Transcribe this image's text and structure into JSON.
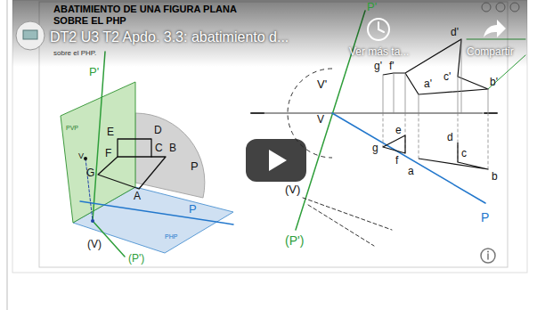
{
  "diagram": {
    "title": "ABATIMIENTO DE UNA FIGURA PLANA SOBRE EL PHP",
    "labels": [
      "DT2 U3 T2 Apdo. 3.3: abatimiento d...",
      "Ver más ta...",
      "Compartir",
      "sobre el PHP.",
      "PVP",
      "P'",
      "E",
      "D",
      "F",
      "C",
      "B",
      "P",
      "G",
      "A",
      "P",
      "PHP",
      "(V)",
      "(P')",
      "V",
      "P'",
      "d'",
      "V'",
      "g'",
      "f'",
      "c'",
      "b'",
      "a'",
      "V",
      "e",
      "g",
      "f",
      "d",
      "a",
      "c",
      "b",
      "(V)",
      "(P')",
      "P"
    ]
  }
}
